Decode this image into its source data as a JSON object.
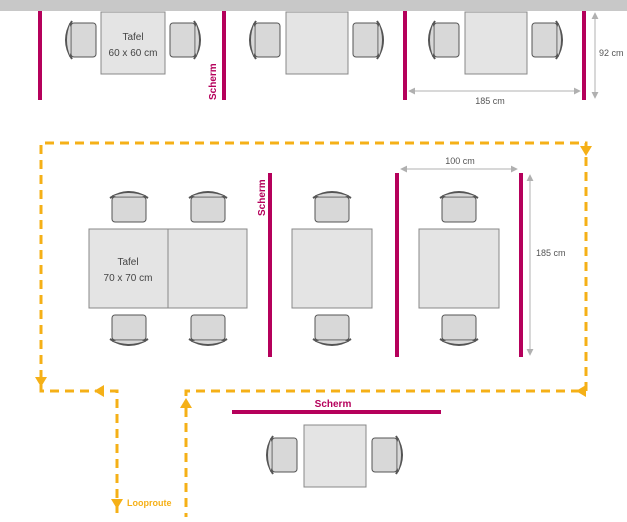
{
  "colors": {
    "wall": "#c8c8c8",
    "table_fill": "#e4e4e4",
    "table_stroke": "#888888",
    "chair_fill": "#d8d8d8",
    "chair_stroke": "#555555",
    "screen": "#b5005b",
    "route": "#f5b017",
    "dimension_line": "#b0b0b0"
  },
  "labels": {
    "table_small_name": "Tafel",
    "table_small_size": "60 x 60 cm",
    "table_large_name": "Tafel",
    "table_large_size": "70 x 70 cm",
    "scherm_top": "Scherm",
    "scherm_middle": "Scherm",
    "scherm_bottom": "Scherm",
    "route": "Looproute"
  },
  "dimensions": {
    "top_row_width": "185 cm",
    "top_row_depth": "92 cm",
    "middle_gap": "100 cm",
    "middle_height": "185 cm"
  },
  "icons": {
    "chair": "chair-icon",
    "route_arrow": "arrow-down-icon"
  }
}
